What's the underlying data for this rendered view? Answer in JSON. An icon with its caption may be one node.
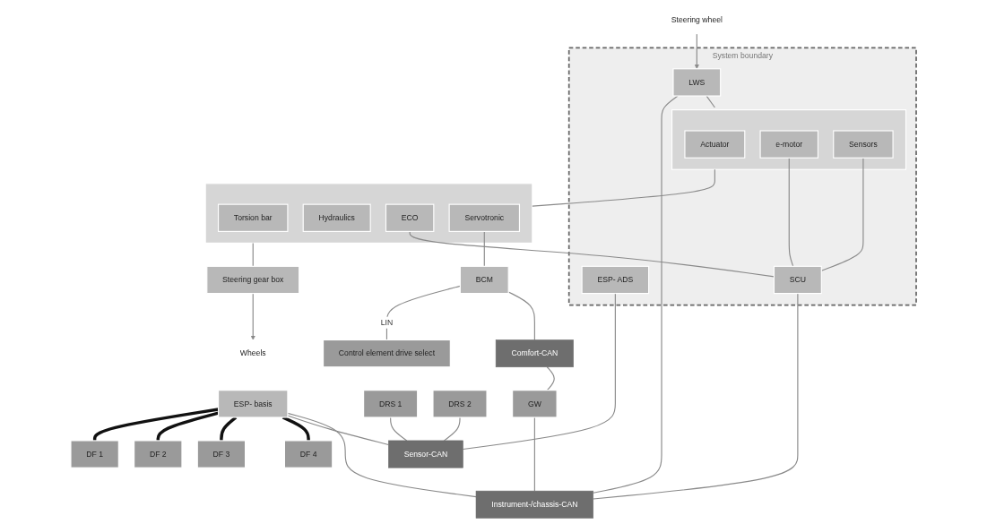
{
  "diagram": {
    "nodes": [
      {
        "text": [
          "System boundary"
        ]
      },
      {
        "text": [
          "LWS"
        ],
        "in": 0
      },
      {
        "text": [],
        "shape": "box",
        "in": 0
      },
      {
        "text": [
          "Actuator"
        ],
        "in": 2
      },
      {
        "text": [
          "e-motor"
        ],
        "in": 2
      },
      {
        "text": [
          "Sensors"
        ],
        "in": 2
      },
      {
        "text": [],
        "shape": "box"
      },
      {
        "text": [
          "Torsion bar"
        ],
        "in": 6
      },
      {
        "text": [
          "Hydraulics"
        ],
        "in": 6
      },
      {
        "text": [
          "ECO"
        ],
        "in": 6
      },
      {
        "text": [
          "Servotronic"
        ],
        "in": 6
      },
      {
        "text": [
          "Steering gear box"
        ]
      },
      {
        "text": [
          "Steering wheel"
        ]
      },
      {
        "text": [
          "Wheels"
        ]
      },
      {
        "text": [
          "ESP- basis"
        ]
      },
      {
        "text": [
          "DF 1"
        ]
      },
      {
        "text": [
          "DF 2"
        ]
      },
      {
        "text": [
          "DF 3"
        ]
      },
      {
        "text": [
          "DF 4"
        ]
      },
      {
        "text": [
          "ESP- ADS"
        ],
        "in": 0
      },
      {
        "text": [
          "SCU"
        ],
        "in": 0
      },
      {
        "text": [
          "DRS 1"
        ]
      },
      {
        "text": [
          "DRS 2"
        ]
      },
      {
        "text": [
          "BCM"
        ]
      },
      {
        "text": [
          "Control element drive select"
        ]
      },
      {
        "text": [
          "GW"
        ]
      },
      {
        "text": [
          "Sensor-CAN"
        ]
      },
      {
        "text": [
          "Comfort-CAN"
        ]
      },
      {
        "text": [
          "Instrument-/chassis-CAN"
        ]
      }
    ],
    "edges": [
      {
        "from": 12,
        "to": 1,
        "arrow": "to"
      },
      {
        "from": 1,
        "to": 2,
        "arrow": "none"
      },
      {
        "from": 2,
        "to": 6,
        "arrow": "none"
      },
      {
        "from": 6,
        "to": 11,
        "arrow": "none"
      },
      {
        "from": 11,
        "to": 13,
        "arrow": "to"
      },
      {
        "from": 4,
        "to": 20,
        "arrow": "none"
      },
      {
        "from": 5,
        "to": 20,
        "arrow": "none"
      },
      {
        "from": 9,
        "to": 20,
        "arrow": "none"
      },
      {
        "from": 10,
        "to": 23,
        "arrow": "none"
      },
      {
        "from": 23,
        "to": 24,
        "arrow": "none",
        "label": "LIN"
      },
      {
        "from": 14,
        "to": 15,
        "arrow": "none",
        "style": "thick",
        "color": "#111111"
      },
      {
        "from": 14,
        "to": 16,
        "arrow": "none",
        "style": "thick",
        "color": "#111111"
      },
      {
        "from": 14,
        "to": 17,
        "arrow": "none",
        "style": "thick",
        "color": "#111111"
      },
      {
        "from": 14,
        "to": 18,
        "arrow": "none",
        "style": "thick",
        "color": "#111111"
      },
      {
        "from": 14,
        "to": 26,
        "arrow": "none"
      },
      {
        "from": 19,
        "to": 26,
        "arrow": "none"
      },
      {
        "from": 21,
        "to": 26,
        "arrow": "none"
      },
      {
        "from": 22,
        "to": 26,
        "arrow": "none"
      },
      {
        "from": 1,
        "to": 28,
        "arrow": "none"
      },
      {
        "from": 14,
        "to": 28,
        "arrow": "none"
      },
      {
        "from": 20,
        "to": 28,
        "arrow": "none"
      },
      {
        "from": 23,
        "to": 27,
        "arrow": "none"
      },
      {
        "from": 25,
        "to": 27,
        "arrow": "none"
      },
      {
        "from": 25,
        "to": 28,
        "arrow": "none"
      }
    ]
  }
}
